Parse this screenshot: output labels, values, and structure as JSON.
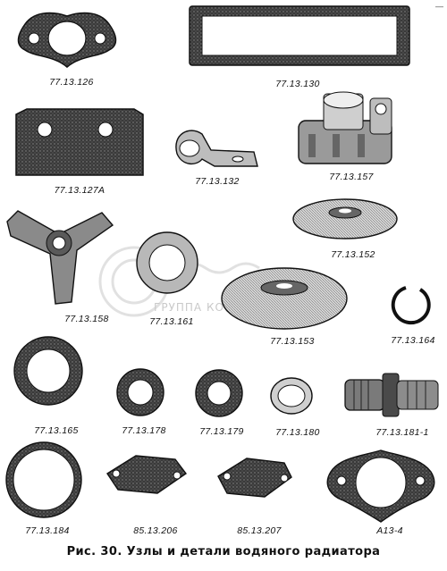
{
  "page_mark": "—",
  "caption": "Рис. 30. Узлы и детали водяного радиатора",
  "watermark": {
    "group_text": "ГРУППА КО"
  },
  "colors": {
    "ink": "#1a1a1a",
    "paper": "#ffffff",
    "shade": "#555555",
    "watermark": "#c9c9c9"
  },
  "parts": [
    {
      "label": "77.13.126"
    },
    {
      "label": "77.13.130"
    },
    {
      "label": "77.13.127А"
    },
    {
      "label": "77.13.132"
    },
    {
      "label": "77.13.157"
    },
    {
      "label": "77.13.152"
    },
    {
      "label": "77.13.158"
    },
    {
      "label": "77.13.161"
    },
    {
      "label": "77.13.153"
    },
    {
      "label": "77.13.164"
    },
    {
      "label": "77.13.165"
    },
    {
      "label": "77.13.178"
    },
    {
      "label": "77.13.179"
    },
    {
      "label": "77.13.180"
    },
    {
      "label": "77.13.181-1"
    },
    {
      "label": "77.13.184"
    },
    {
      "label": "85.13.206"
    },
    {
      "label": "85.13.207"
    },
    {
      "label": "А13-4"
    }
  ]
}
